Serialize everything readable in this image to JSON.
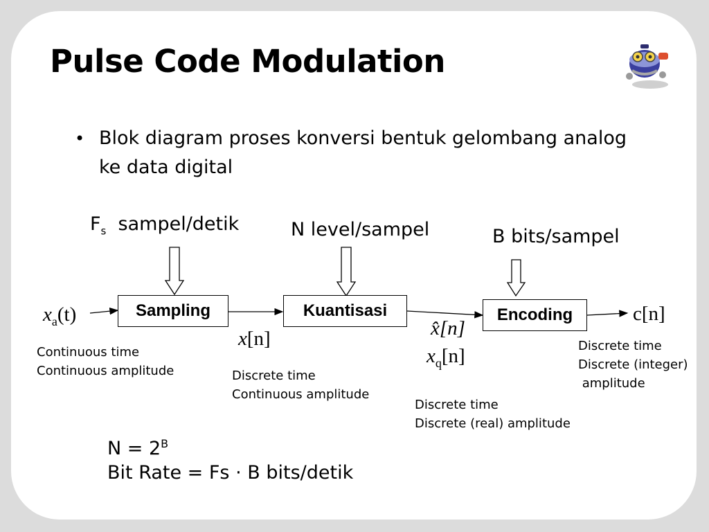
{
  "title": "Pulse Code Modulation",
  "bullet": "Blok diagram proses konversi bentuk gelombang analog ke data digital",
  "params": {
    "fs_main": "F",
    "fs_sub": "s",
    "fs_unit": "sampel/detik",
    "n_level": "N  level/sampel",
    "b_bits": "B bits/sampel"
  },
  "blocks": {
    "sampling": "Sampling",
    "kuantisasi": "Kuantisasi",
    "encoding": "Encoding"
  },
  "signals": {
    "xa_main": "x",
    "xa_sub": "a",
    "xa_arg": "(t)",
    "xn_main": "x",
    "xn_arg": "[n]",
    "xhat_main": "x̂",
    "xhat_arg": "[n]",
    "xq_main": "x",
    "xq_sub": "q",
    "xq_arg": "[n]",
    "cn": "c[n]"
  },
  "notes": {
    "input": [
      "Continuous time",
      "Continuous amplitude"
    ],
    "sampled": [
      "Discrete time",
      "Continuous amplitude"
    ],
    "quantized": [
      "Discrete time",
      "Discrete (real) amplitude"
    ],
    "encoded": [
      "Discrete time",
      "Discrete (integer)",
      " amplitude"
    ]
  },
  "formulas": {
    "n_eq": "N = 2",
    "n_exp": "B",
    "bitrate": "Bit Rate = Fs · B  bits/detik"
  },
  "logo": "robot-mascot-icon"
}
